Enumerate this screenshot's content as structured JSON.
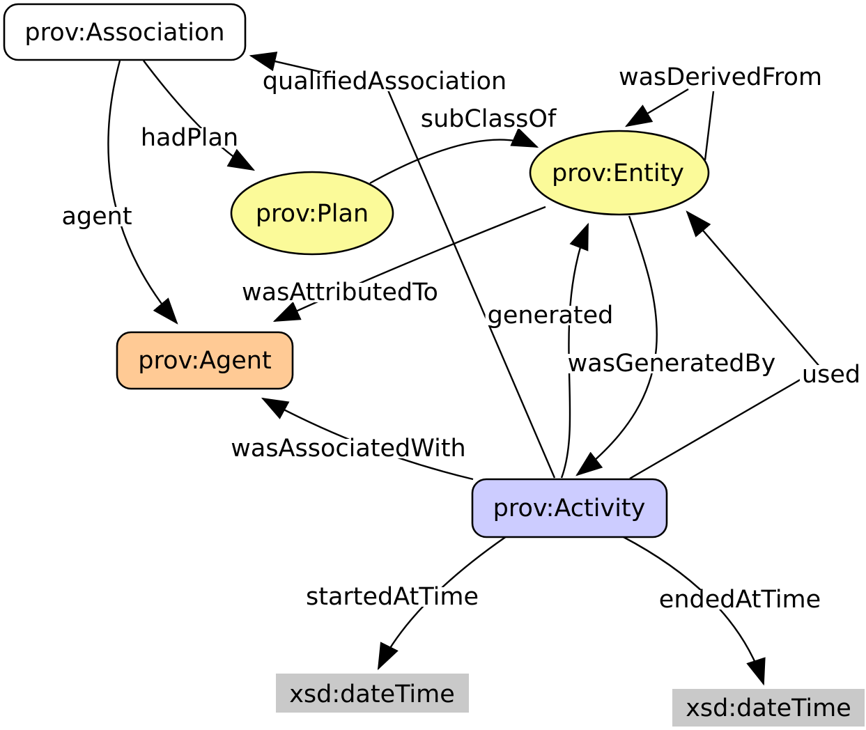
{
  "diagram": {
    "colors": {
      "canvas": "#FFFFFF",
      "edge": "#000000",
      "text": "#000000",
      "association_fill": "#FFFFFF",
      "plan_fill": "#FBFA99",
      "entity_fill": "#FBFA99",
      "agent_fill": "#FFCA95",
      "activity_fill": "#CCCCFF",
      "datatype_fill": "#C9C9C9"
    },
    "nodes": {
      "association": {
        "label": "prov:Association"
      },
      "plan": {
        "label": "prov:Plan"
      },
      "entity": {
        "label": "prov:Entity"
      },
      "agent": {
        "label": "prov:Agent"
      },
      "activity": {
        "label": "prov:Activity"
      },
      "datetime_start": {
        "label": "xsd:dateTime"
      },
      "datetime_end": {
        "label": "xsd:dateTime"
      }
    },
    "edges": {
      "qualified_association": {
        "label": "qualifiedAssociation"
      },
      "sub_class_of": {
        "label": "subClassOf"
      },
      "was_derived_from": {
        "label": "wasDerivedFrom"
      },
      "had_plan": {
        "label": "hadPlan"
      },
      "agent": {
        "label": "agent"
      },
      "was_attributed_to": {
        "label": "wasAttributedTo"
      },
      "generated": {
        "label": "generated"
      },
      "was_generated_by": {
        "label": "wasGeneratedBy"
      },
      "used": {
        "label": "used"
      },
      "was_associated_with": {
        "label": "wasAssociatedWith"
      },
      "started_at_time": {
        "label": "startedAtTime"
      },
      "ended_at_time": {
        "label": "endedAtTime"
      }
    }
  }
}
